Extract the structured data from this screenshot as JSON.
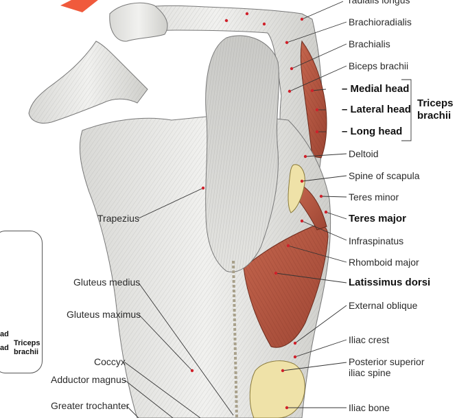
{
  "colors": {
    "arrow": "#f05a3c",
    "muscle_red": "#b5523c",
    "bone": "#efe2a8",
    "leader_line": "#333333",
    "marker_dot": "#d0202a"
  },
  "labels": {
    "radialis_longus": "radialis longus",
    "brachioradialis": "Brachioradialis",
    "brachialis": "Brachialis",
    "biceps_brachii": "Biceps brachii",
    "medial_head": "– Medial head",
    "lateral_head": "– Lateral head",
    "long_head": "– Long head",
    "triceps_brachii": "Triceps\nbrachii",
    "deltoid": "Deltoid",
    "spine_of_scapula": "Spine of scapula",
    "teres_minor": "Teres minor",
    "teres_major": "Teres major",
    "infraspinatus": "Infraspinatus",
    "rhomboid_major": "Rhomboid major",
    "latissimus_dorsi": "Latissimus dorsi",
    "external_oblique": "External oblique",
    "iliac_crest": "Iliac crest",
    "posterior_superior_iliac_spine": "Posterior superior\niliac spine",
    "iliac_bone": "Iliac bone",
    "trapezius": "Trapezius",
    "gluteus_medius": "Gluteus medius",
    "gluteus_maximus": "Gluteus maximus",
    "coccyx": "Coccyx",
    "adductor_magnus": "Adductor magnus",
    "greater_trochanter": "Greater trochanter"
  },
  "inset": {
    "fragment_1": "ad",
    "fragment_2": "ad",
    "triceps": "Triceps\nbrachii"
  }
}
